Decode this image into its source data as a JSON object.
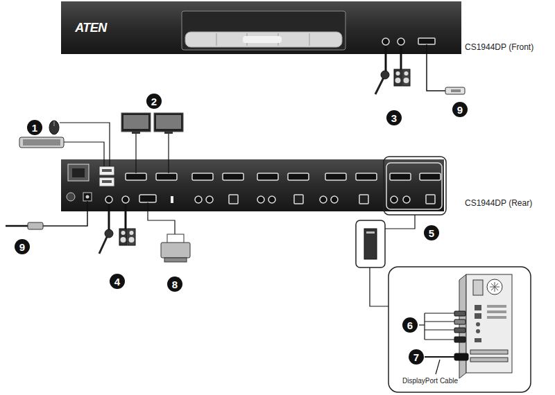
{
  "diagram": {
    "labels": [
      "ATEN",
      "CS1944DP (Front)",
      "1",
      "2",
      "3",
      "9",
      "CS1944DP (Rear)",
      "5",
      "9",
      "4",
      "8",
      "6",
      "7",
      "DisplayPort Cable"
    ]
  }
}
